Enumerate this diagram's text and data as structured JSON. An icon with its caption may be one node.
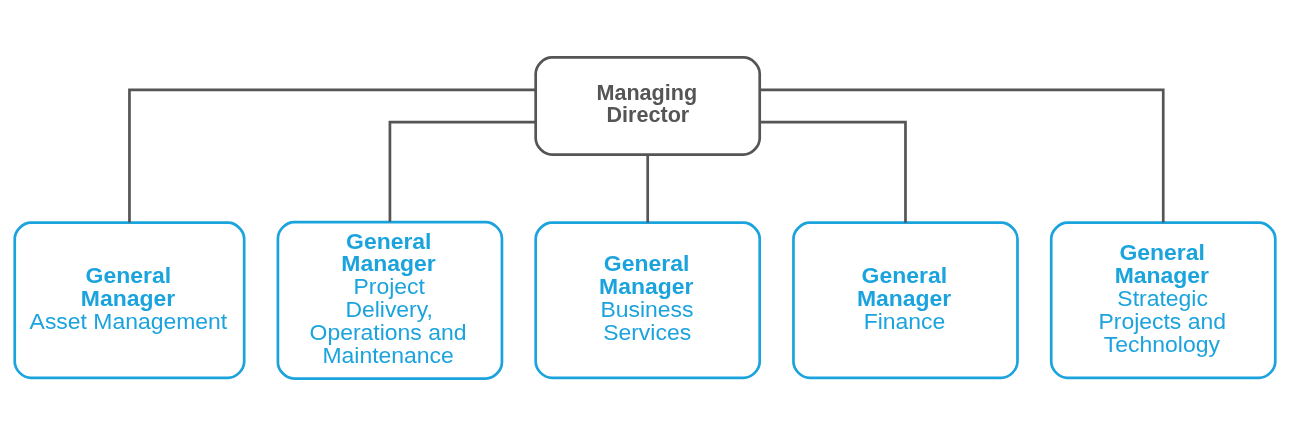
{
  "diagram": {
    "nodes": [
      {
        "text": [
          "Managing Director"
        ]
      },
      {
        "text": [
          "General Manager",
          "Asset Management"
        ]
      },
      {
        "text": [
          "General Manager",
          "Project Delivery, Operations and Maintenance"
        ]
      },
      {
        "text": [
          "General Manager",
          "Business Services"
        ]
      },
      {
        "text": [
          "General Manager",
          "Finance"
        ]
      },
      {
        "text": [
          "General Manager",
          "Strategic Projects and Technology"
        ]
      }
    ],
    "edges": [
      {
        "from": 0,
        "to": 1,
        "arrow": "none"
      },
      {
        "from": 0,
        "to": 2,
        "arrow": "none"
      },
      {
        "from": 0,
        "to": 3,
        "arrow": "none"
      },
      {
        "from": 0,
        "to": 4,
        "arrow": "none"
      },
      {
        "from": 0,
        "to": 5,
        "arrow": "none"
      }
    ]
  }
}
